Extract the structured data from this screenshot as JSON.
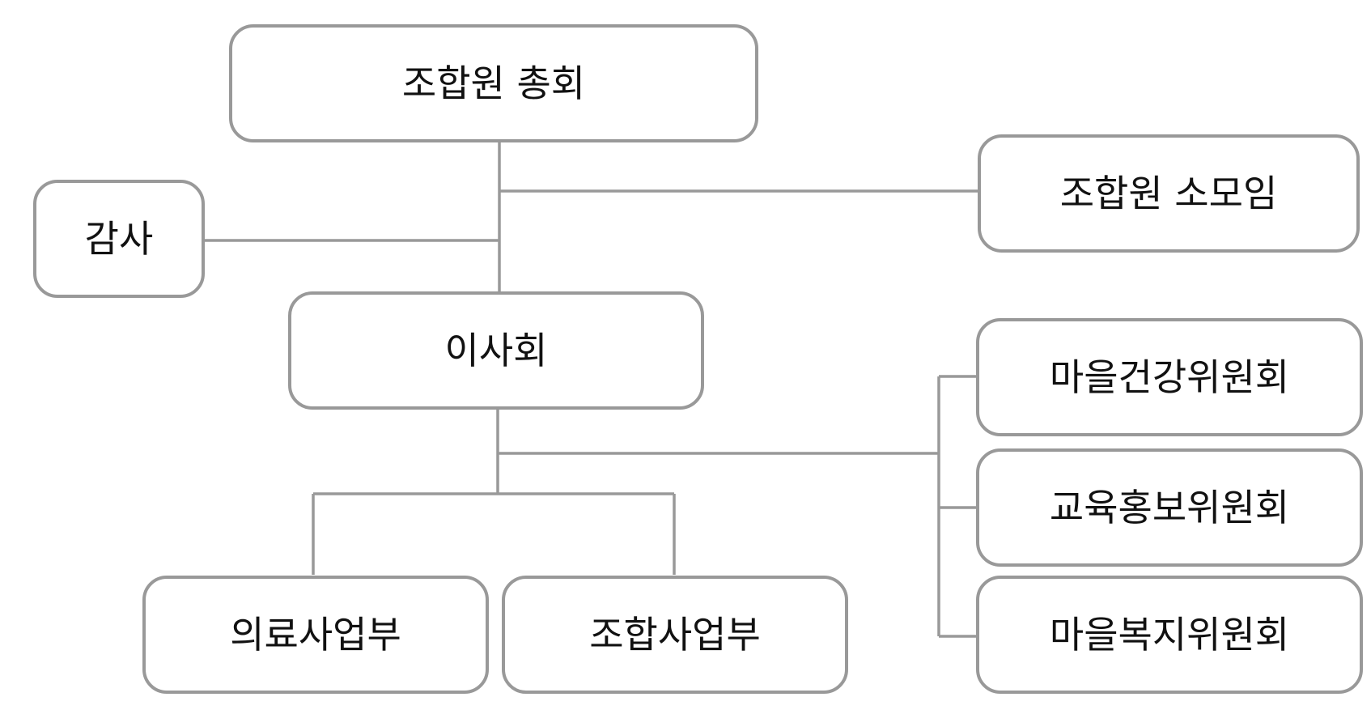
{
  "org_chart": {
    "general_assembly": "조합원 총회",
    "audit": "감사",
    "member_groups": "조합원 소모임",
    "board": "이사회",
    "medical_business": "의료사업부",
    "coop_business": "조합사업부",
    "committees": [
      "마을건강위원회",
      "교육홍보위원회",
      "마을복지위원회"
    ]
  },
  "colors": {
    "box_border": "#999999",
    "connector": "#999999",
    "text": "#111111",
    "background": "#ffffff"
  }
}
